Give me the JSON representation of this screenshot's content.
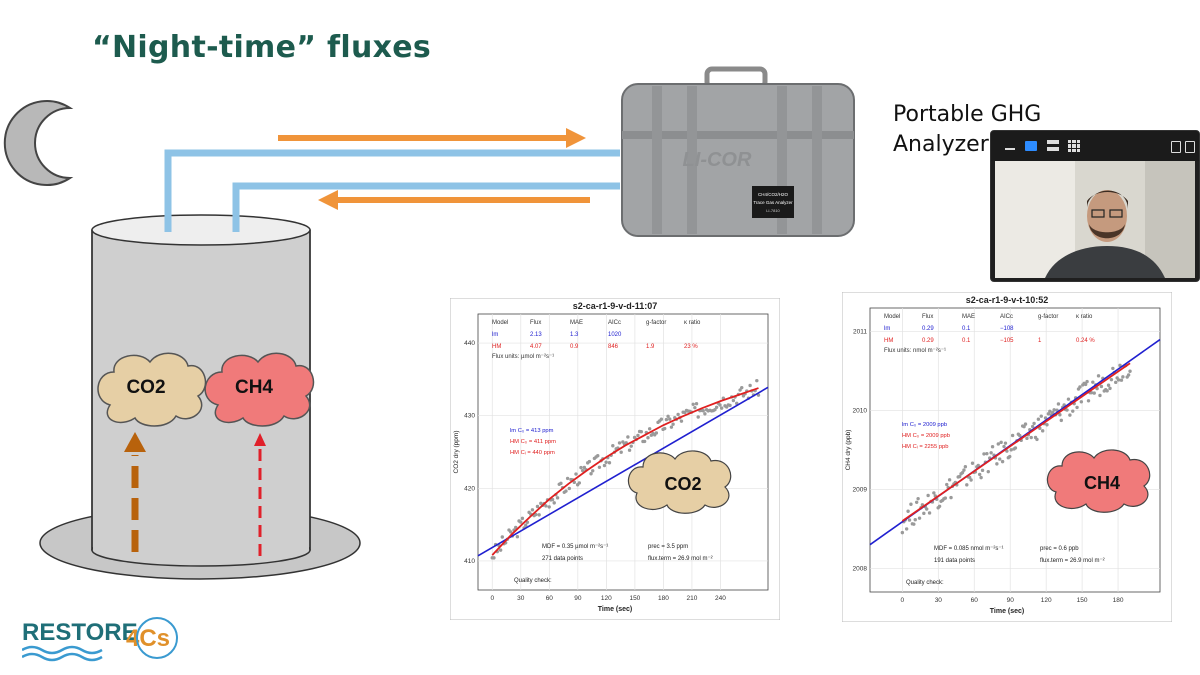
{
  "slide": {
    "title": "“Night-time” fluxes",
    "analyzer_label_line1": "Portable GHG",
    "analyzer_label_line2": "Analyzer",
    "analyzer_brand": "LI-COR",
    "analyzer_badge_line1": "CH4/CO2/H2O",
    "analyzer_badge_line2": "Trace Gas Analyzer",
    "analyzer_badge_line3": "LI-7810",
    "cloud_co2": "CO2",
    "cloud_ch4": "CH4",
    "logo_text": "RESTORE",
    "logo_suffix": "4Cs"
  },
  "colors": {
    "title": "#1d5b4e",
    "tube": "#8ec3e6",
    "flow_arrow": "#f0943a",
    "co2_cloud": "#e6cfa5",
    "ch4_cloud": "#f07a7a",
    "co2_arrow": "#b8620c",
    "ch4_arrow": "#e0202a",
    "chamber": "#c9c9c9",
    "fit_lm": "#2020d0",
    "fit_hm": "#e02020"
  },
  "icons": {
    "moon": "crescent-moon-icon",
    "video_toolbar": [
      "minimize-icon",
      "speaker-view-icon",
      "side-by-side-icon",
      "gallery-view-icon",
      "more-icon",
      "close-icon"
    ]
  },
  "chart_data": [
    {
      "type": "scatter",
      "title": "s2-ca-r1-9-v-d-11:07",
      "xlabel": "Time (sec)",
      "ylabel": "CO2 dry (ppm)",
      "x_ticks": [
        "0",
        "30",
        "60",
        "90",
        "120",
        "150",
        "180",
        "210",
        "240"
      ],
      "y_ticks": [
        "410",
        "420",
        "430",
        "440"
      ],
      "xlim": [
        -15,
        290
      ],
      "ylim": [
        406,
        444
      ],
      "grid": true,
      "table_header": [
        "Model",
        "Flux",
        "MAE",
        "AICc",
        "g-factor",
        "κ ratio"
      ],
      "table_rows": [
        {
          "model": "lm",
          "flux": "2.13",
          "mae": "1.3",
          "aicc": "1020",
          "g": "",
          "k": ""
        },
        {
          "model": "HM",
          "flux": "4.07",
          "mae": "0.9",
          "aicc": "846",
          "g": "1.9",
          "k": "23 %"
        }
      ],
      "flux_units": "Flux units: µmol m⁻²s⁻¹",
      "annotations": [
        "lm C₀ = 413 ppm",
        "HM C₀ = 411 ppm",
        "HM Cᵢ = 440 ppm"
      ],
      "footer": {
        "mdf": "MDF = 0.35 µmol m⁻²s⁻¹",
        "points": "271 data points",
        "prec": "prec = 3.5 ppm",
        "flux_term": "flux.term = 26.9 mol m⁻²",
        "quality": "Quality check:"
      },
      "cloud_label": "CO2",
      "series": [
        {
          "name": "lm",
          "kind": "line",
          "x": [
            -15,
            290
          ],
          "y": [
            410.7,
            433.9
          ]
        },
        {
          "name": "HM",
          "kind": "curve",
          "x": [
            0,
            20,
            40,
            60,
            80,
            100,
            120,
            140,
            160,
            180,
            200,
            220,
            240,
            260,
            280
          ],
          "y": [
            410.8,
            413.6,
            416.1,
            418.5,
            420.6,
            422.5,
            424.3,
            425.9,
            427.3,
            428.7,
            429.9,
            431.0,
            432.0,
            432.9,
            433.8
          ]
        }
      ],
      "points_count": 271,
      "scatter_noise_ppm": 1.1
    },
    {
      "type": "scatter",
      "title": "s2-ca-r1-9-v-t-10:52",
      "xlabel": "Time (sec)",
      "ylabel": "CH4 dry (ppb)",
      "x_ticks": [
        "0",
        "30",
        "60",
        "90",
        "120",
        "150",
        "180"
      ],
      "y_ticks": [
        "2008",
        "2009",
        "2010",
        "2011"
      ],
      "xlim": [
        -27,
        215
      ],
      "ylim": [
        2007.7,
        2011.3
      ],
      "grid": true,
      "table_header": [
        "Model",
        "Flux",
        "MAE",
        "AICc",
        "g-factor",
        "κ ratio"
      ],
      "table_rows": [
        {
          "model": "lm",
          "flux": "0.29",
          "mae": "0.1",
          "aicc": "−108",
          "g": "",
          "k": ""
        },
        {
          "model": "HM",
          "flux": "0.29",
          "mae": "0.1",
          "aicc": "−105",
          "g": "1",
          "k": "0.24 %"
        }
      ],
      "flux_units": "Flux units: nmol m⁻²s⁻¹",
      "annotations": [
        "lm C₀ = 2009 ppb",
        "HM C₀ = 2009 ppb",
        "HM Cᵢ = 2255 ppb"
      ],
      "footer": {
        "mdf": "MDF = 0.085 nmol m⁻²s⁻¹",
        "points": "191 data points",
        "prec": "prec = 0.6 ppb",
        "flux_term": "flux.term = 26.9 mol m⁻²",
        "quality": "Quality check:"
      },
      "cloud_label": "CH4",
      "series": [
        {
          "name": "lm",
          "kind": "line",
          "x": [
            -27,
            215
          ],
          "y": [
            2008.3,
            2010.9
          ]
        },
        {
          "name": "HM",
          "kind": "line",
          "x": [
            0,
            190
          ],
          "y": [
            2008.6,
            2010.6
          ]
        }
      ],
      "points_count": 191,
      "scatter_noise_ppm": 0.15
    }
  ]
}
